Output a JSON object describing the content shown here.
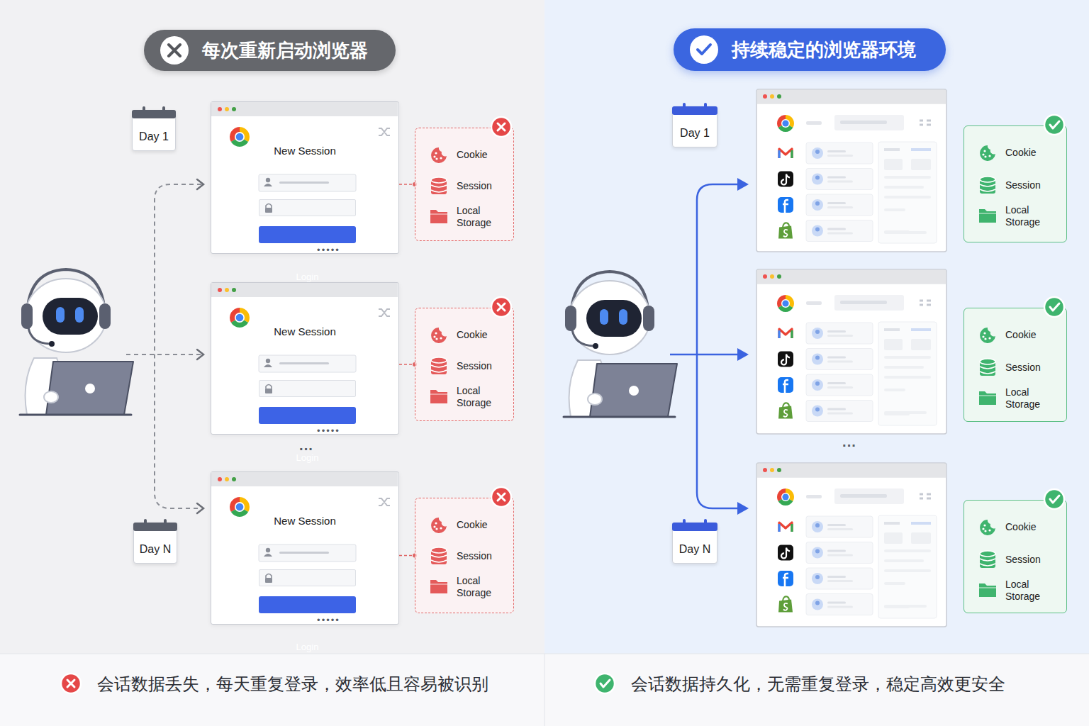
{
  "diagram": {
    "nodes": [
      {
        "text": [
          "每次重新启动浏览器"
        ]
      },
      {
        "text": [
          "Day 1"
        ]
      },
      {
        "text": [
          "Day N"
        ]
      },
      {
        "text": [
          "New Session"
        ]
      },
      {
        "text": [
          "•••••"
        ],
        "in": 3
      },
      {
        "text": [
          "Login"
        ],
        "in": 3
      },
      {
        "text": [
          "Cookie",
          "Session",
          "Local Storage"
        ]
      },
      {
        "text": [
          "New Session"
        ]
      },
      {
        "text": [
          "•••••"
        ],
        "in": 7
      },
      {
        "text": [
          "Login"
        ],
        "in": 7
      },
      {
        "text": [
          "Cookie",
          "Session",
          "Local Storage"
        ]
      },
      {
        "text": [
          "New Session"
        ]
      },
      {
        "text": [
          "•••••"
        ],
        "in": 11
      },
      {
        "text": [
          "Login"
        ],
        "in": 11
      },
      {
        "text": [
          "Cookie",
          "Session",
          "Local Storage"
        ]
      },
      {
        "text": [
          "持续稳定的浏览器环境"
        ]
      },
      {
        "text": [
          "Day 1"
        ]
      },
      {
        "text": [
          "Day N"
        ]
      },
      {
        "text": [
          "Cookie",
          "Session",
          "Local Storage"
        ]
      },
      {
        "text": [
          "Cookie",
          "Session",
          "Local Storage"
        ]
      },
      {
        "text": [
          "Cookie",
          "Session",
          "Local Storage"
        ]
      }
    ],
    "edges": [
      {
        "from": 3,
        "to": 6,
        "arrow": "none"
      },
      {
        "from": 7,
        "to": 10,
        "arrow": "none"
      },
      {
        "from": 11,
        "to": 14,
        "arrow": "none"
      }
    ],
    "labels": [
      "···",
      "···",
      "会话数据丢失，每天重复登录，效率低且容易被识别",
      "会话数据持久化，无需重复登录，稳定高效更安全"
    ]
  }
}
